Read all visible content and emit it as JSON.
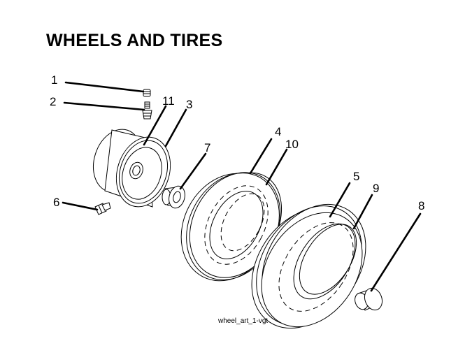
{
  "title": "WHEELS AND TIRES",
  "callouts": {
    "c1": "1",
    "c2": "2",
    "c3": "3",
    "c4": "4",
    "c5": "5",
    "c6": "6",
    "c7": "7",
    "c8": "8",
    "c9": "9",
    "c10": "10",
    "c11": "11"
  },
  "caption": "wheel_art_1-vgt"
}
